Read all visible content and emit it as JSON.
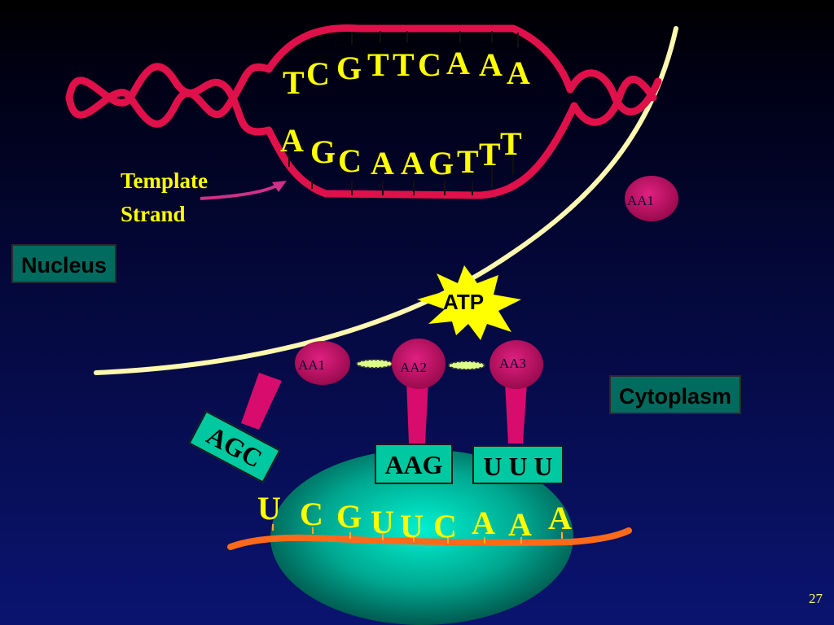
{
  "slide": {
    "page_number": "27"
  },
  "labels": {
    "template": "Template",
    "strand": "Strand",
    "nucleus": "Nucleus",
    "cytoplasm": "Cytoplasm",
    "atp": "ATP"
  },
  "dna": {
    "top_bases": [
      "T",
      "C",
      "G",
      "T",
      "T",
      "C",
      "A",
      "A",
      "A"
    ],
    "bottom_bases": [
      "A",
      "G",
      "C",
      "A",
      "A",
      "G",
      "T",
      "T",
      "T"
    ]
  },
  "amino_acids": {
    "free": "AA1",
    "chain": [
      "AA1",
      "AA2",
      "AA3"
    ]
  },
  "trna_anticodons": [
    "AGC",
    "AAG",
    "U U U"
  ],
  "mrna_bases": [
    "U",
    "C",
    "G",
    "U",
    "U",
    "C",
    "A",
    "A",
    "A"
  ],
  "colors": {
    "dna_strand": "#e0104a",
    "aa_sphere": "#c8106a",
    "membrane": "#fff8b0",
    "mrna": "#ff6a1a",
    "ribosome": "#00a890",
    "text_yellow": "#ffff00"
  }
}
